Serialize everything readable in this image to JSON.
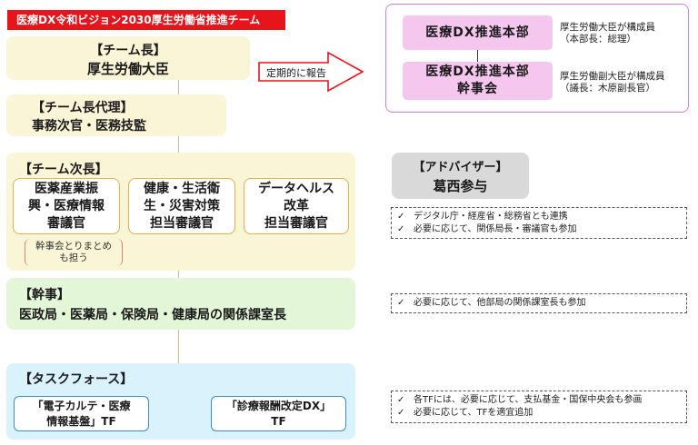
{
  "title": "医療DX令和ビジョン2030厚生労働省推進チーム",
  "leader": {
    "role": "【チーム長】",
    "name": "厚生労働大臣"
  },
  "deputy_leader": {
    "role": "【チーム長代理】",
    "name": "事務次官・医務技監"
  },
  "vice_leaders": {
    "role": "【チーム次長】",
    "members": [
      "医薬産業振\n興・医療情報\n審議官",
      "健康・生活衛\n生・災害対策\n担当審議官",
      "データヘルス\n改革\n担当審議官"
    ],
    "note": "幹事会とりまとめ\nも担う"
  },
  "secretaries": {
    "role": "【幹事】",
    "name": "医政局・医薬局・保険局・健康局の関係課室長"
  },
  "task_force": {
    "role": "【タスクフォース】",
    "items": [
      "「電子カルテ・医療\n情報基盤」TF",
      "「診療報酬改定DX」\nTF"
    ]
  },
  "report_arrow": "定期的に報告",
  "hq": {
    "main": "医療DX推進本部",
    "main_note": "厚生労働大臣が構成員\n（本部長：総理）",
    "sub": "医療DX推進本部\n幹事会",
    "sub_note": "厚生労働副大臣が構成員\n（議長：木原副長官）"
  },
  "advisor": {
    "role": "【アドバイザー】",
    "name": "葛西参与"
  },
  "check_mark": "✓",
  "notes": {
    "vice": [
      "デジタル庁・経産省・総務省とも連携",
      "必要に応じて、関係局長・審議官も参加"
    ],
    "secretary": [
      "必要に応じて、他部局の関係課室長も参加"
    ],
    "task_force": [
      "各TFには、必要に応じて、支払基金・国保中央会も参画",
      "必要に応じて、TFを適宜追加"
    ]
  },
  "colors": {
    "title_bar": "#e8141b",
    "yellow": "#fbf5d7",
    "green": "#e4f6d8",
    "blue": "#daf2fb",
    "pink": "#f5c6ee",
    "pink_border": "#dd7fc5",
    "gray": "#d9d9d9"
  }
}
